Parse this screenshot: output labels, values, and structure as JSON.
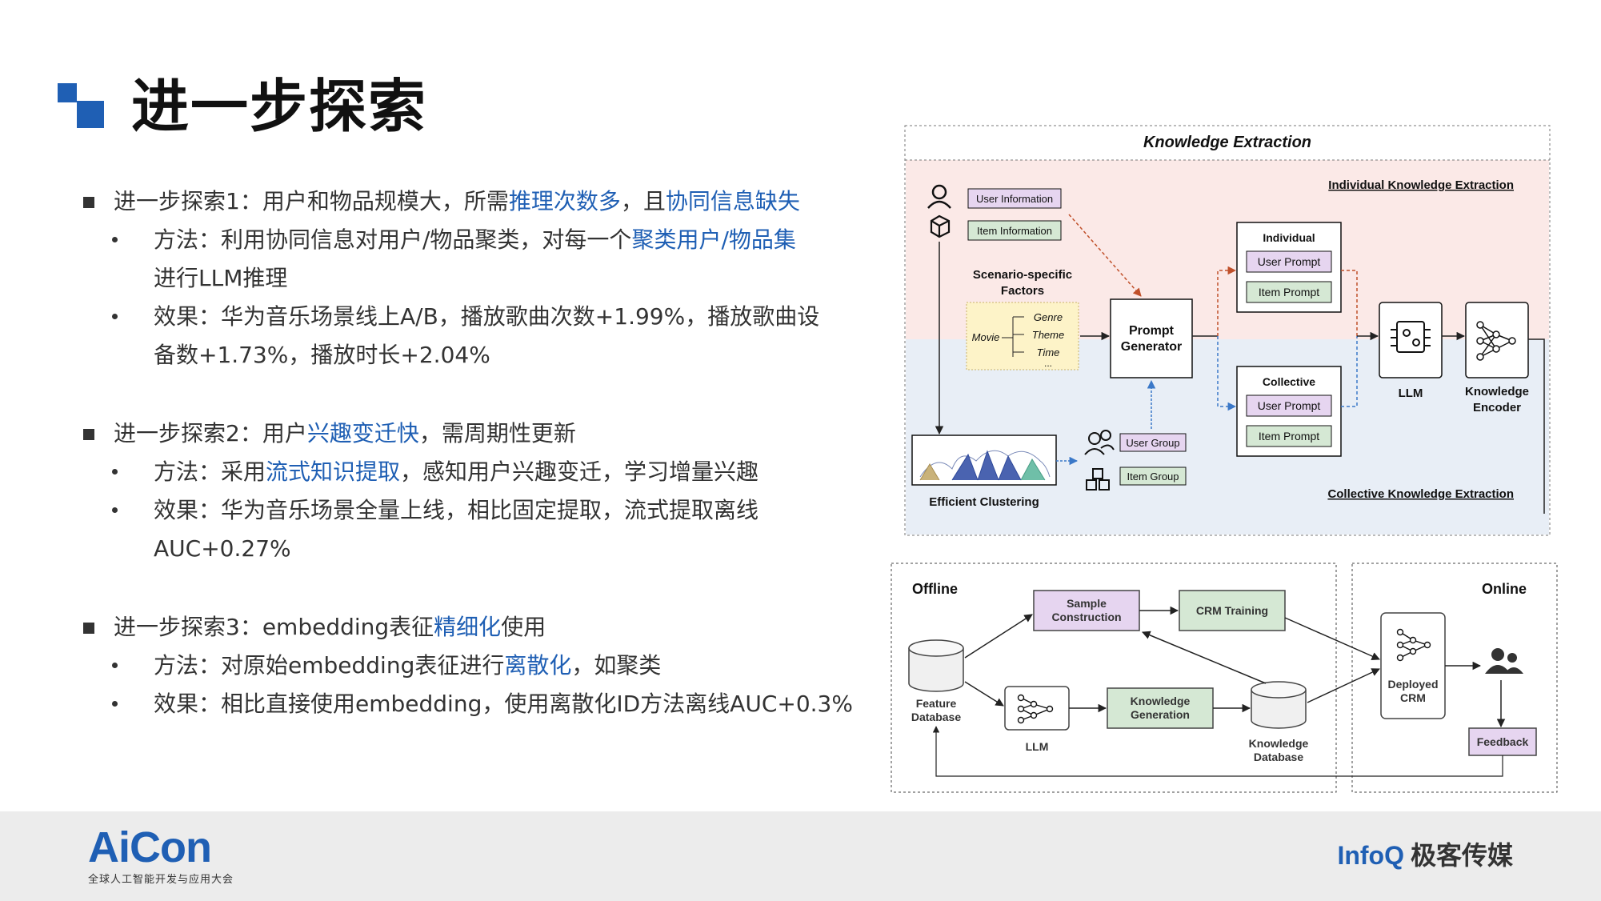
{
  "title": "进一步探索",
  "sections": [
    {
      "heading": {
        "pre": "进一步探索1：用户和物品规模大，所需",
        "hl1": "推理次数多",
        "mid": "，且",
        "hl2": "协同信息缺失"
      },
      "method": {
        "pre": "方法：利用协同信息对用户/物品聚类，对每一个",
        "hl": "聚类用户/物品集",
        "cont": "进行LLM推理"
      },
      "effect": {
        "line1": "效果：华为音乐场景线上A/B，播放歌曲次数+1.99%，播放歌曲设",
        "line2": "备数+1.73%，播放时长+2.04%"
      }
    },
    {
      "heading": {
        "pre": "进一步探索2：用户",
        "hl": "兴趣变迁快",
        "post": "，需周期性更新"
      },
      "method": {
        "pre": "方法：采用",
        "hl": "流式知识提取",
        "post": "，感知用户兴趣变迁，学习增量兴趣"
      },
      "effect": {
        "line1": "效果：华为音乐场景全量上线，相比固定提取，流式提取离线",
        "line2": "AUC+0.27%"
      }
    },
    {
      "heading": {
        "pre": "进一步探索3：embedding表征",
        "hl": "精细化",
        "post": "使用"
      },
      "method": {
        "pre": "方法：对原始embedding表征进行",
        "hl": "离散化",
        "post": "，如聚类"
      },
      "effect": {
        "line1": "效果：相比直接使用embedding，使用离散化ID方法离线AUC+0.3%"
      }
    }
  ],
  "diagram_top": {
    "title": "Knowledge Extraction",
    "individual_label": "Individual Knowledge Extraction",
    "collective_label": "Collective Knowledge Extraction",
    "user_info": "User Information",
    "item_info": "Item Information",
    "scenario_1": "Scenario-specific",
    "scenario_2": "Factors",
    "movie": "Movie",
    "genre": "Genre",
    "theme": "Theme",
    "time": "Time",
    "ellipsis": "...",
    "prompt_gen_1": "Prompt",
    "prompt_gen_2": "Generator",
    "individual": "Individual",
    "collective": "Collective",
    "user_prompt": "User Prompt",
    "item_prompt": "Item Prompt",
    "llm": "LLM",
    "encoder_1": "Knowledge",
    "encoder_2": "Encoder",
    "user_group": "User Group",
    "item_group": "Item Group",
    "clustering": "Efficient Clustering"
  },
  "diagram_bottom": {
    "offline": "Offline",
    "online": "Online",
    "sample_1": "Sample",
    "sample_2": "Construction",
    "crm_training": "CRM Training",
    "feature_1": "Feature",
    "feature_2": "Database",
    "llm": "LLM",
    "kg_1": "Knowledge",
    "kg_2": "Generation",
    "kdb_1": "Knowledge",
    "kdb_2": "Database",
    "deployed_1": "Deployed",
    "deployed_2": "CRM",
    "feedback": "Feedback"
  },
  "footer": {
    "aicon": "AiCon",
    "aicon_sub": "全球人工智能开发与应用大会",
    "infoq": "InfoQ",
    "geek": "极客传媒"
  },
  "colors": {
    "accent": "#1f5fb4",
    "purple_box": "#e6d5f0",
    "green_box": "#d5e8d4",
    "pink_band": "#fbe9e7",
    "blue_band": "#e8eef6"
  }
}
